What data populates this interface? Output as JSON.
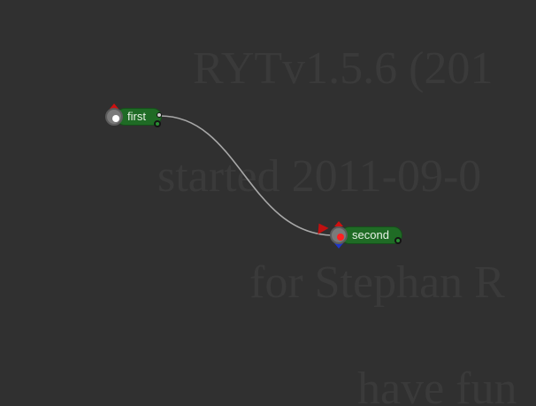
{
  "canvas": {
    "background_color": "#303030",
    "watermark_lines": [
      "RYTv1.5.6 (201",
      "started 2011-09-0",
      "for Stephan R",
      "have fun"
    ]
  },
  "nodes": [
    {
      "label": "first",
      "fill_color": "#1f6b25",
      "indicator_color": "#ffffff",
      "icons": [
        "input-arrow-icon",
        "output-port-icon"
      ]
    },
    {
      "label": "second",
      "fill_color": "#1f6b25",
      "indicator_color": "#ff2020",
      "icons": [
        "input-arrow-icon",
        "down-arrow-icon",
        "connection-arrow-icon",
        "output-port-icon"
      ]
    }
  ],
  "edges": [
    {
      "from": "first",
      "to": "second",
      "color": "#a8a8a8"
    }
  ]
}
